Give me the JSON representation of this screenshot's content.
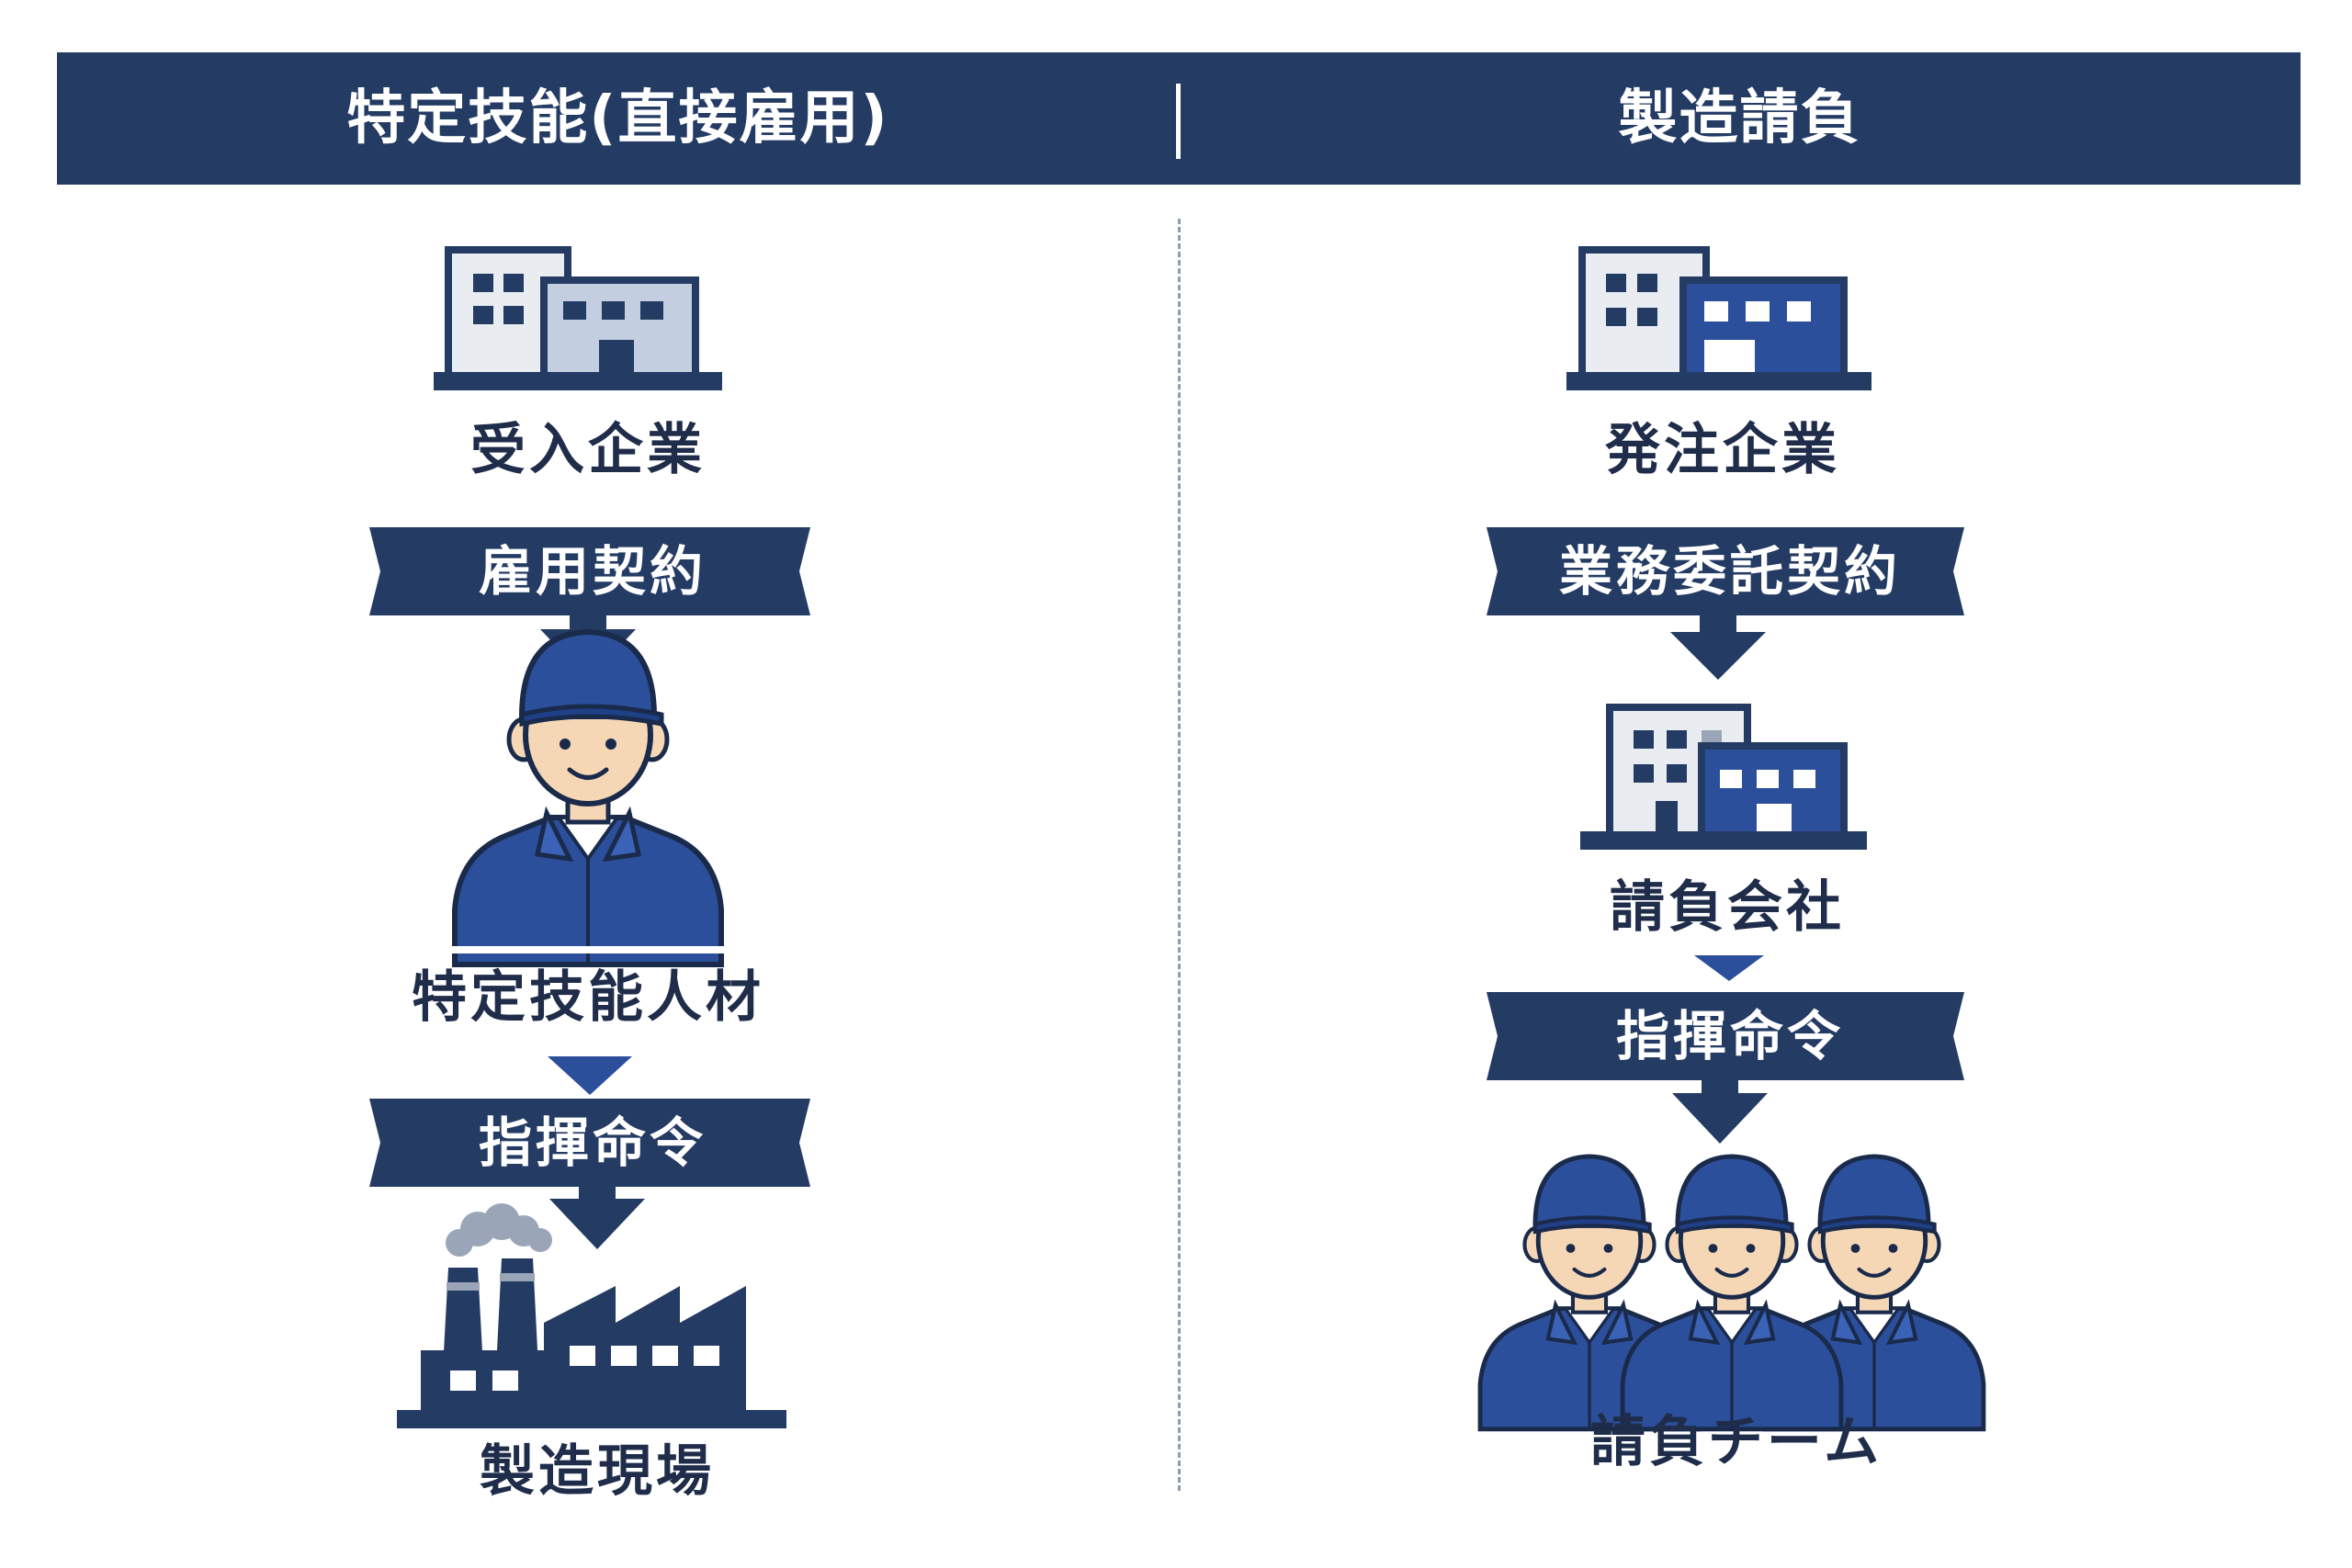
{
  "header": {
    "left_title": "特定技能(直接雇用)",
    "right_title": "製造請負"
  },
  "left_flow": {
    "company": "受入企業",
    "contract": "雇用契約",
    "worker": "特定技能人材",
    "command": "指揮命令",
    "site": "製造現場"
  },
  "right_flow": {
    "company": "発注企業",
    "contract": "業務委託契約",
    "contractor": "請負会社",
    "command": "指揮命令",
    "team": "請負チーム"
  },
  "colors": {
    "navy": "#243b64",
    "accent_blue": "#2c4f9c",
    "light_gray": "#e9ecf1",
    "skin": "#f5d7b6"
  }
}
